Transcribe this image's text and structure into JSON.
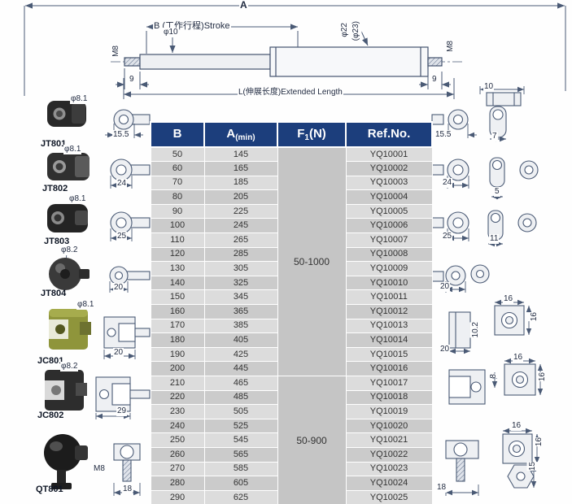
{
  "drawing": {
    "overall_dim": "A",
    "stroke_dim": "B (工作行程)Stroke",
    "extended_dim": "L(伸展长度)Extended Length",
    "rod_dia": "φ10",
    "tube_dia": "φ22",
    "tube_dia_alt": "(φ23)",
    "thread_left": "M8",
    "thread_right": "M8",
    "end_left": "9",
    "end_right": "9"
  },
  "left_fittings": [
    {
      "name": "JT801",
      "dia": "φ8.1",
      "dim": "15.5"
    },
    {
      "name": "JT802",
      "dia": "φ8.1",
      "dim": "24"
    },
    {
      "name": "JT803",
      "dia": "φ8.1",
      "dim": "25"
    },
    {
      "name": "JT804",
      "dia": "φ8.2",
      "dim": "20"
    },
    {
      "name": "JC801",
      "dia": "φ8.1",
      "dim": "20"
    },
    {
      "name": "JC802",
      "dia": "φ8.2",
      "dim": "29"
    },
    {
      "name": "QT801",
      "dia": "M8",
      "dim": "18"
    }
  ],
  "right_dims": [
    "10",
    "15.5",
    "7",
    "24",
    "5",
    "25",
    "11",
    "20",
    "16",
    "16",
    "10.2",
    "20",
    "16",
    "8",
    "16",
    "16",
    "16",
    "15",
    "18"
  ],
  "table": {
    "headers": [
      {
        "main": "B",
        "sub": "",
        "unit": ""
      },
      {
        "main": "A",
        "sub": "(min)",
        "unit": ""
      },
      {
        "main": "F",
        "sub": "1",
        "unit": "(N)"
      },
      {
        "main": "Ref.No.",
        "sub": "",
        "unit": ""
      }
    ],
    "force_groups": [
      {
        "label": "50-1000",
        "span": 16
      },
      {
        "label": "50-900",
        "span": 9
      }
    ],
    "rows": [
      {
        "b": "50",
        "a": "145",
        "ref": "YQ10001"
      },
      {
        "b": "60",
        "a": "165",
        "ref": "YQ10002"
      },
      {
        "b": "70",
        "a": "185",
        "ref": "YQ10003"
      },
      {
        "b": "80",
        "a": "205",
        "ref": "YQ10004"
      },
      {
        "b": "90",
        "a": "225",
        "ref": "YQ10005"
      },
      {
        "b": "100",
        "a": "245",
        "ref": "YQ10006"
      },
      {
        "b": "110",
        "a": "265",
        "ref": "YQ10007"
      },
      {
        "b": "120",
        "a": "285",
        "ref": "YQ10008"
      },
      {
        "b": "130",
        "a": "305",
        "ref": "YQ10009"
      },
      {
        "b": "140",
        "a": "325",
        "ref": "YQ10010"
      },
      {
        "b": "150",
        "a": "345",
        "ref": "YQ10011"
      },
      {
        "b": "160",
        "a": "365",
        "ref": "YQ10012"
      },
      {
        "b": "170",
        "a": "385",
        "ref": "YQ10013"
      },
      {
        "b": "180",
        "a": "405",
        "ref": "YQ10014"
      },
      {
        "b": "190",
        "a": "425",
        "ref": "YQ10015"
      },
      {
        "b": "200",
        "a": "445",
        "ref": "YQ10016"
      },
      {
        "b": "210",
        "a": "465",
        "ref": "YQ10017"
      },
      {
        "b": "220",
        "a": "485",
        "ref": "YQ10018"
      },
      {
        "b": "230",
        "a": "505",
        "ref": "YQ10019"
      },
      {
        "b": "240",
        "a": "525",
        "ref": "YQ10020"
      },
      {
        "b": "250",
        "a": "545",
        "ref": "YQ10021"
      },
      {
        "b": "260",
        "a": "565",
        "ref": "YQ10022"
      },
      {
        "b": "270",
        "a": "585",
        "ref": "YQ10023"
      },
      {
        "b": "280",
        "a": "605",
        "ref": "YQ10024"
      },
      {
        "b": "290",
        "a": "625",
        "ref": "YQ10025"
      }
    ]
  }
}
